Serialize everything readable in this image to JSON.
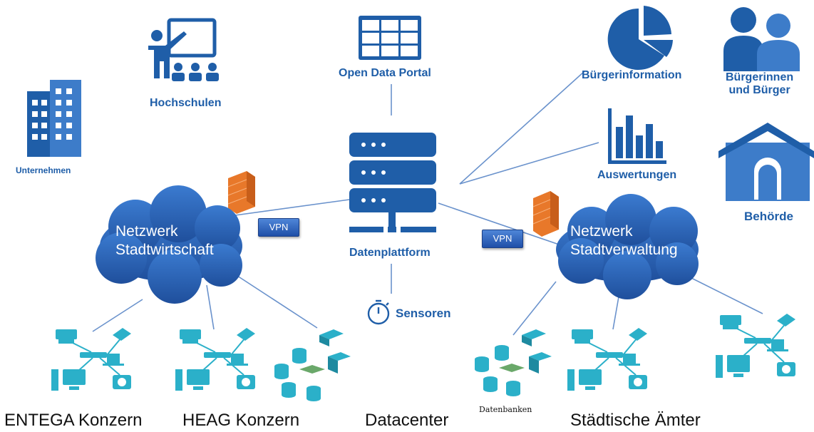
{
  "nodes": {
    "hochschulen": "Hochschulen",
    "open_data_portal": "Open Data Portal",
    "buergerinformation": "Bürgerinformation",
    "buergerinnen_line1": "Bürgerinnen",
    "buergerinnen_line2": "und Bürger",
    "unternehmen": "Unternehmen",
    "auswertungen": "Auswertungen",
    "behoerde": "Behörde",
    "datenplattform": "Datenplattform",
    "sensoren": "Sensoren",
    "netzwerk_sw_line1": "Netzwerk",
    "netzwerk_sw_line2": "Stadtwirtschaft",
    "netzwerk_sv_line1": "Netzwerk",
    "netzwerk_sv_line2": "Stadtverwaltung",
    "vpn_left": "VPN",
    "vpn_right": "VPN",
    "datenbanken": "Datenbanken"
  },
  "bottom_labels": {
    "entega": "ENTEGA Konzern",
    "heag": "HEAG Konzern",
    "datacenter": "Datacenter",
    "staedtische_aemter": "Städtische Ämter"
  },
  "colors": {
    "icon_blue": "#1f5ea8",
    "cloud_blue": "#2d6bbf",
    "device_cyan": "#2bb0c9",
    "firewall_orange": "#e8782a",
    "line_blue": "#5b86c4"
  }
}
